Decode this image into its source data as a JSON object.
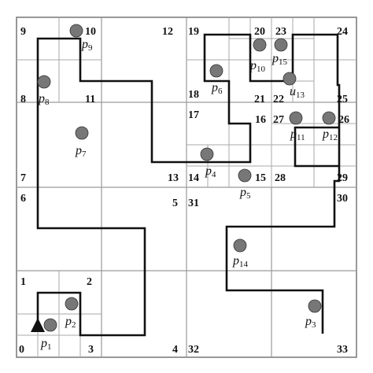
{
  "grid": {
    "cell_numbers": [
      {
        "id": "n0",
        "text": "0"
      },
      {
        "id": "n1",
        "text": "1"
      },
      {
        "id": "n2",
        "text": "2"
      },
      {
        "id": "n3",
        "text": "3"
      },
      {
        "id": "n4",
        "text": "4"
      },
      {
        "id": "n5",
        "text": "5"
      },
      {
        "id": "n6",
        "text": "6"
      },
      {
        "id": "n7",
        "text": "7"
      },
      {
        "id": "n8",
        "text": "8"
      },
      {
        "id": "n9",
        "text": "9"
      },
      {
        "id": "n10",
        "text": "10"
      },
      {
        "id": "n11",
        "text": "11"
      },
      {
        "id": "n12",
        "text": "12"
      },
      {
        "id": "n13",
        "text": "13"
      },
      {
        "id": "n14",
        "text": "14"
      },
      {
        "id": "n15",
        "text": "15"
      },
      {
        "id": "n16",
        "text": "16"
      },
      {
        "id": "n17",
        "text": "17"
      },
      {
        "id": "n18",
        "text": "18"
      },
      {
        "id": "n19",
        "text": "19"
      },
      {
        "id": "n20",
        "text": "20"
      },
      {
        "id": "n21",
        "text": "21"
      },
      {
        "id": "n22",
        "text": "22"
      },
      {
        "id": "n23",
        "text": "23"
      },
      {
        "id": "n24",
        "text": "24"
      },
      {
        "id": "n25",
        "text": "25"
      },
      {
        "id": "n26",
        "text": "26"
      },
      {
        "id": "n27",
        "text": "27"
      },
      {
        "id": "n28",
        "text": "28"
      },
      {
        "id": "n29",
        "text": "29"
      },
      {
        "id": "n30",
        "text": "30"
      },
      {
        "id": "n31",
        "text": "31"
      },
      {
        "id": "n32",
        "text": "32"
      },
      {
        "id": "n33",
        "text": "33"
      }
    ]
  },
  "points": [
    {
      "id": "p1",
      "letter": "p",
      "sub": "1"
    },
    {
      "id": "p2",
      "letter": "p",
      "sub": "2"
    },
    {
      "id": "p3",
      "letter": "p",
      "sub": "3"
    },
    {
      "id": "p4",
      "letter": "p",
      "sub": "4"
    },
    {
      "id": "p5",
      "letter": "p",
      "sub": "5"
    },
    {
      "id": "p6",
      "letter": "p",
      "sub": "6"
    },
    {
      "id": "p7",
      "letter": "p",
      "sub": "7"
    },
    {
      "id": "p8",
      "letter": "p",
      "sub": "8"
    },
    {
      "id": "p9",
      "letter": "p",
      "sub": "9"
    },
    {
      "id": "p10",
      "letter": "p",
      "sub": "10"
    },
    {
      "id": "p11",
      "letter": "p",
      "sub": "11"
    },
    {
      "id": "p12",
      "letter": "p",
      "sub": "12"
    },
    {
      "id": "u13",
      "letter": "u",
      "sub": "13"
    },
    {
      "id": "p14",
      "letter": "p",
      "sub": "14"
    },
    {
      "id": "p15",
      "letter": "p",
      "sub": "15"
    }
  ],
  "colors": {
    "grid_line": "#9a9a9a",
    "path": "#111111",
    "dot": "#777777"
  }
}
